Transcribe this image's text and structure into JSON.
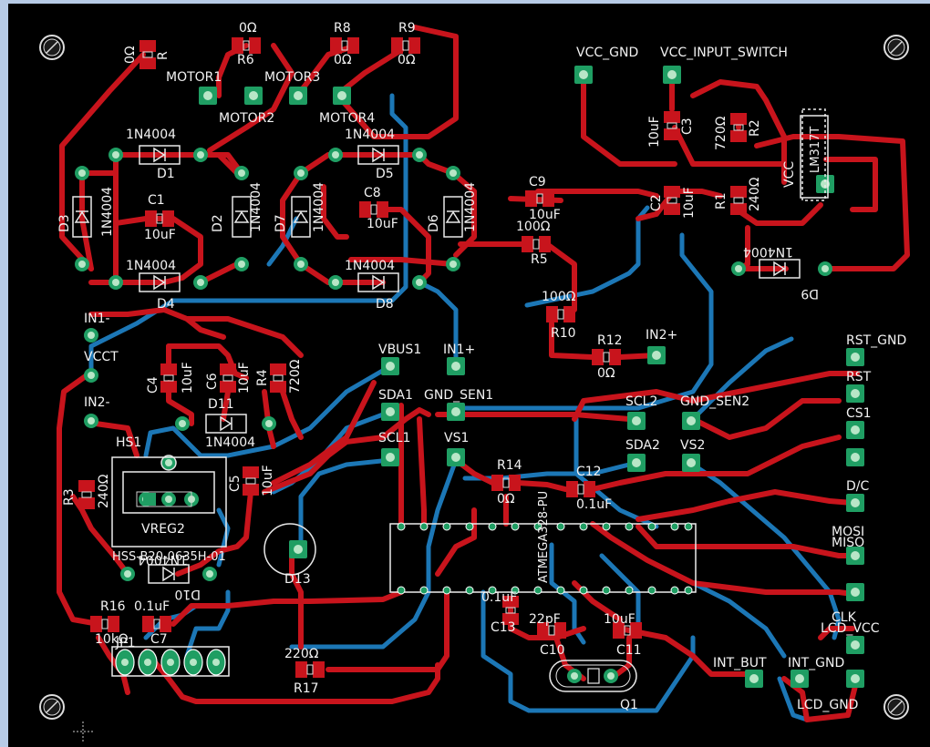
{
  "labels": {
    "motor1": "MOTOR1",
    "motor2": "MOTOR2",
    "motor3": "MOTOR3",
    "motor4": "MOTOR4",
    "r6_val": "0Ω",
    "r6": "R6",
    "r8": "R8",
    "r8_val": "0Ω",
    "r9": "R9",
    "r9_val": "0Ω",
    "r_top_left": "0Ω",
    "r_top_left_name": "R",
    "d1_type": "1N4004",
    "d1": "D1",
    "d4_type": "1N4004",
    "d4": "D4",
    "d5_type": "1N4004",
    "d5": "D5",
    "d8_type": "1N4004",
    "d8": "D8",
    "d2_type": "1N4004",
    "d2": "D2",
    "d3_type": "1N4004",
    "d3": "D3",
    "d6_type": "1N4004",
    "d6": "D6",
    "d7_type": "1N4004",
    "d7": "D7",
    "c1": "C1",
    "c1_val": "10uF",
    "c8": "C8",
    "c8_val": "10uF",
    "c9": "C9",
    "c9_val": "10uF",
    "r5_val": "100Ω",
    "r5": "R5",
    "vcc_gnd": "VCC_GND",
    "vcc_input_switch": "VCC_INPUT_SWITCH",
    "c3_val": "10uF",
    "c3": "C3",
    "r2_val": "720Ω",
    "r2": "R2",
    "c2": "C2",
    "c2_val": "10uF",
    "r1": "R1",
    "r1_val": "240Ω",
    "vcc": "VCC",
    "lm317": "LM317T",
    "d9_type": "1N4004",
    "d9": "D9",
    "r10_val": "100Ω",
    "r10": "R10",
    "r12": "R12",
    "r12_val": "0Ω",
    "in2p": "IN2+",
    "in1m": "IN1-",
    "vcct": "VCCT",
    "in2m": "IN2-",
    "c4": "C4",
    "c4_val": "10uF",
    "c6": "C6",
    "c6_val": "10uF",
    "r4": "R4",
    "r4_val": "720Ω",
    "d11": "D11",
    "d11_type": "1N4004",
    "hs1": "HS1",
    "c5": "C5",
    "c5_val": "10uF",
    "r3": "R3",
    "r3_val": "240Ω",
    "hs_part": "HSS-B20-0635H-01",
    "vreg2": "VREG2",
    "d10_type": "1N4004",
    "d10": "D10",
    "d13": "D13",
    "r16": "R16",
    "r16_val": "10kΩ",
    "c7_val": "0.1uF",
    "c7": "C7",
    "jp1": "JP1",
    "r17_val": "220Ω",
    "r17": "R17",
    "vbus1": "VBUS1",
    "in1p": "IN1+",
    "sda1": "SDA1",
    "gnd_sen1": "GND_SEN1",
    "scl1": "SCL1",
    "vs1": "VS1",
    "scl2": "SCL2",
    "gnd_sen2": "GND_SEN2",
    "sda2": "SDA2",
    "vs2": "VS2",
    "r14": "R14",
    "r14_val": "0Ω",
    "c12": "C12",
    "c12_val": "0.1uF",
    "ic": "ATMEGA328-PU",
    "c13_val": "0.1uF",
    "c13": "C13",
    "c10_val": "22pF",
    "c10": "C10",
    "c11_val": "10uF",
    "c11": "C11",
    "q1": "Q1",
    "rst_gnd": "RST_GND",
    "rst": "RST",
    "cs1": "CS1",
    "dc": "D/C",
    "mosi": "MOSI",
    "miso": "MISO",
    "clk": "CLK",
    "lcd_vcc": "LCD_VCC",
    "int_but": "INT_BUT",
    "int_gnd": "INT_GND",
    "lcd_gnd": "LCD_GND"
  },
  "colors": {
    "background": "#000000",
    "top_trace": "#c8141c",
    "bottom_trace": "#1c77b6",
    "pad": "#1f9e63",
    "smd_pad": "#c8141c",
    "silkscreen": "#f2f2f2",
    "frame": "#b7cbe6"
  }
}
